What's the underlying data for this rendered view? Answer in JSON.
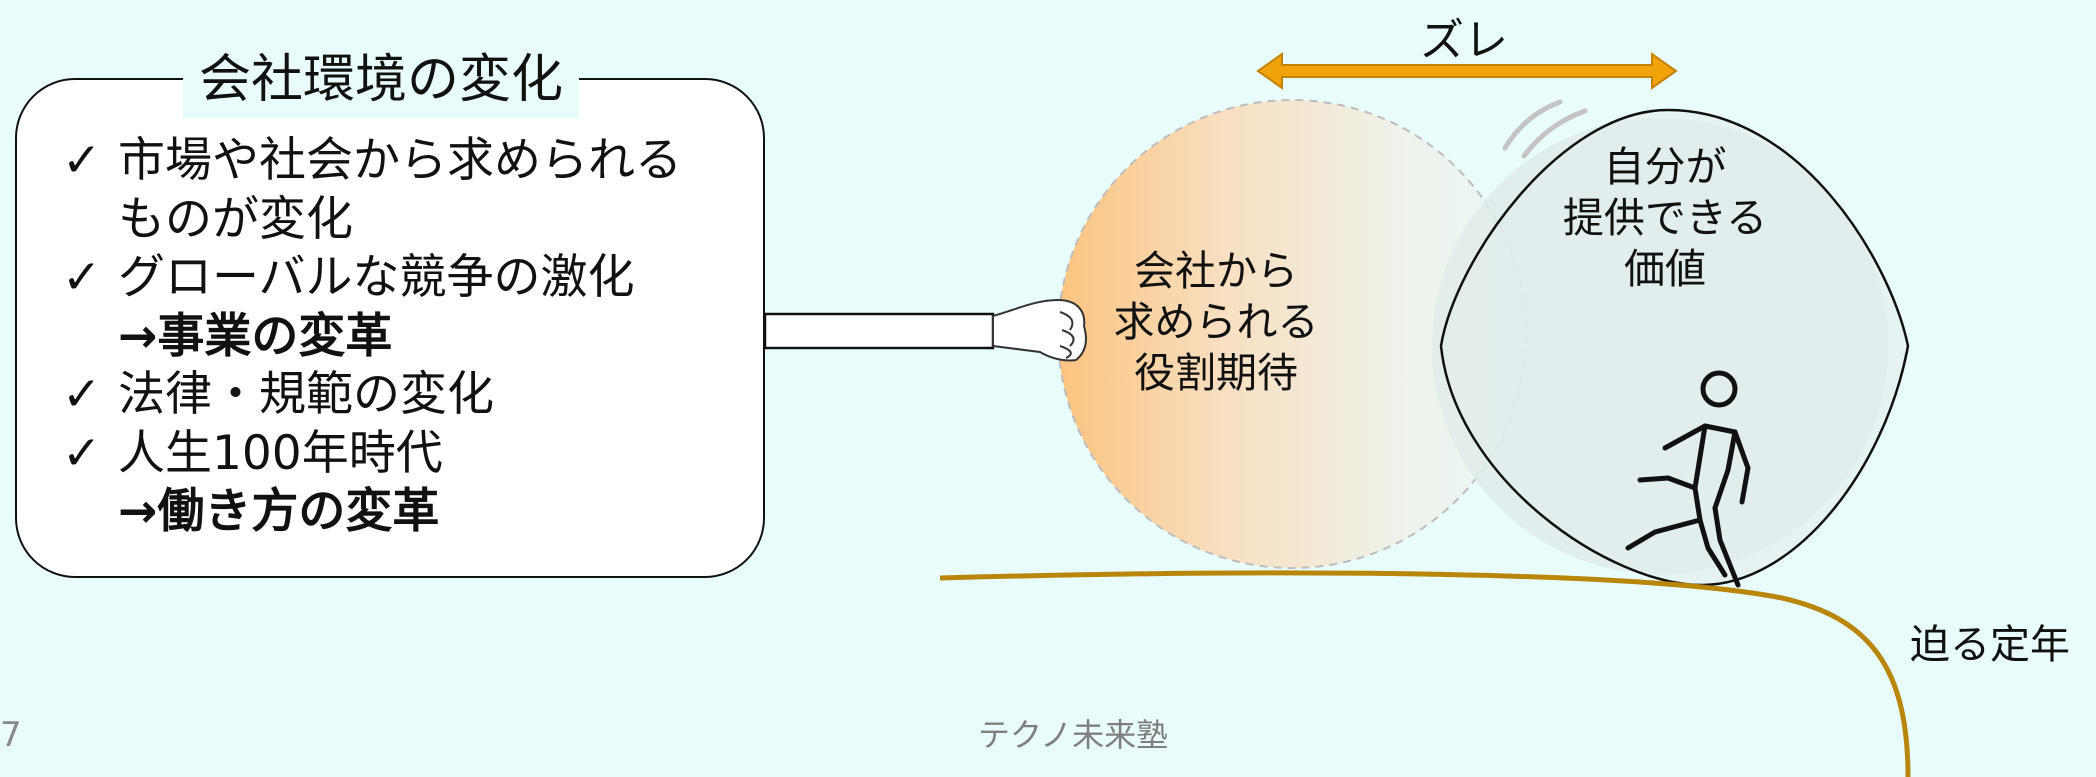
{
  "environment_box": {
    "title": "会社環境の変化",
    "items": [
      {
        "check": "✓",
        "lines": [
          "市場や社会から求められる",
          "ものが変化"
        ],
        "emphasis": ""
      },
      {
        "check": "✓",
        "lines": [
          "グローバルな競争の激化"
        ],
        "emphasis": "→事業の変革"
      },
      {
        "check": "✓",
        "lines": [
          "法律・規範の変化"
        ],
        "emphasis": ""
      },
      {
        "check": "✓",
        "lines": [
          "人生100年時代"
        ],
        "emphasis": "→働き方の変革"
      }
    ]
  },
  "diagram": {
    "gap_label": "ズレ",
    "company_circle": {
      "line1": "会社から",
      "line2": "求められる",
      "line3": "役割期待"
    },
    "self_circle": {
      "line1": "自分が",
      "line2": "提供できる",
      "line3": "価値"
    },
    "slope_label": "迫る定年",
    "colors": {
      "arrow": "#f0a30a",
      "slope": "#b8860b",
      "company_gradient_start": "#fbc37e",
      "background": "#e9fcfc"
    }
  },
  "footer": {
    "page_number": "7",
    "organization": "テクノ未来塾"
  }
}
